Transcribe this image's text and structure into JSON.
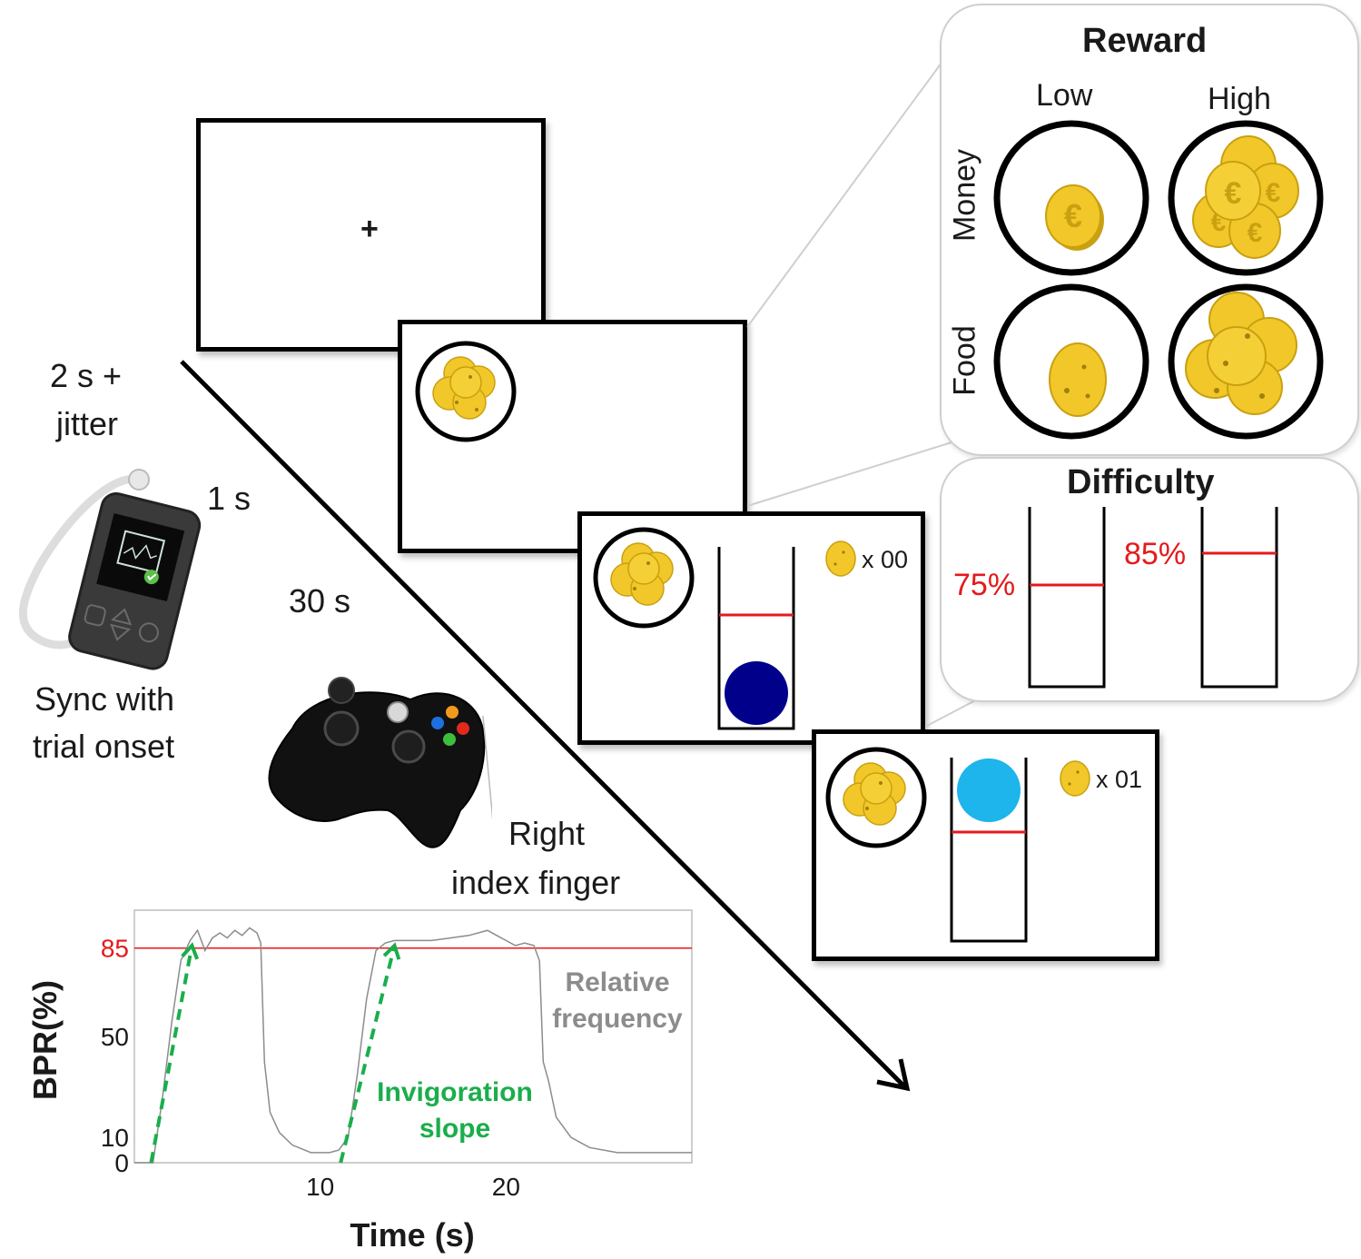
{
  "fixation": {
    "symbol": "+"
  },
  "timeline": {
    "fixation_duration_line1": "2 s +",
    "fixation_duration_line2": "jitter",
    "cue_duration": "1 s",
    "effort_duration": "30 s"
  },
  "device": {
    "sync_line1": "Sync with",
    "sync_line2": "trial onset"
  },
  "controller": {
    "finger_line1": "Right",
    "finger_line2": "index finger"
  },
  "effort_screens": {
    "counter_start": "x 00",
    "counter_end": "x 01"
  },
  "reward_panel": {
    "title": "Reward",
    "col_low": "Low",
    "col_high": "High",
    "row_money": "Money",
    "row_food": "Food"
  },
  "difficulty_panel": {
    "title": "Difficulty",
    "level_1": "75%",
    "level_2": "85%"
  },
  "colors": {
    "threshold_red": "#e41a1c",
    "ball_dark": "#00008b",
    "ball_light": "#1eb4ec",
    "slope_green": "#1aae4b",
    "relative_frequency_gray": "#8c8c8c",
    "coin_gold": "#f2c72a"
  },
  "chart_data": {
    "type": "line",
    "xlabel": "Time (s)",
    "ylabel": "BPR(%)",
    "xlim": [
      0,
      30
    ],
    "ylim": [
      0,
      100
    ],
    "xticks": [
      10,
      20
    ],
    "yticks": [
      0,
      10,
      50,
      85
    ],
    "threshold": 85,
    "annotations": [
      "Relative frequency",
      "Invigoration slope"
    ],
    "series": [
      {
        "x": [
          0,
          0.5,
          1.0,
          1.5,
          2.0,
          2.5,
          3.0,
          3.4,
          3.8,
          4.2,
          4.6,
          5.0,
          5.4,
          5.8,
          6.2,
          6.6,
          6.8,
          7.0,
          7.3,
          7.8,
          8.5,
          9.5,
          10.5,
          11.0,
          11.5,
          12.0,
          12.5,
          13.0,
          13.5,
          14.0,
          15.0,
          16.0,
          17.0,
          18.0,
          19.0,
          19.5,
          20.0,
          20.5,
          21.0,
          21.5,
          21.8,
          22.0,
          22.3,
          22.7,
          23.5,
          24.5,
          26.0,
          28.0,
          30.0
        ],
        "y": [
          0,
          0,
          0,
          25,
          55,
          80,
          88,
          92,
          84,
          89,
          91,
          89,
          92,
          90,
          93,
          91,
          87,
          40,
          20,
          12,
          7,
          4,
          4,
          5,
          10,
          35,
          65,
          84,
          87,
          88,
          88,
          88,
          89,
          90,
          92,
          90,
          88,
          86,
          87,
          86,
          80,
          40,
          32,
          18,
          10,
          6,
          4,
          4,
          4
        ]
      }
    ]
  }
}
